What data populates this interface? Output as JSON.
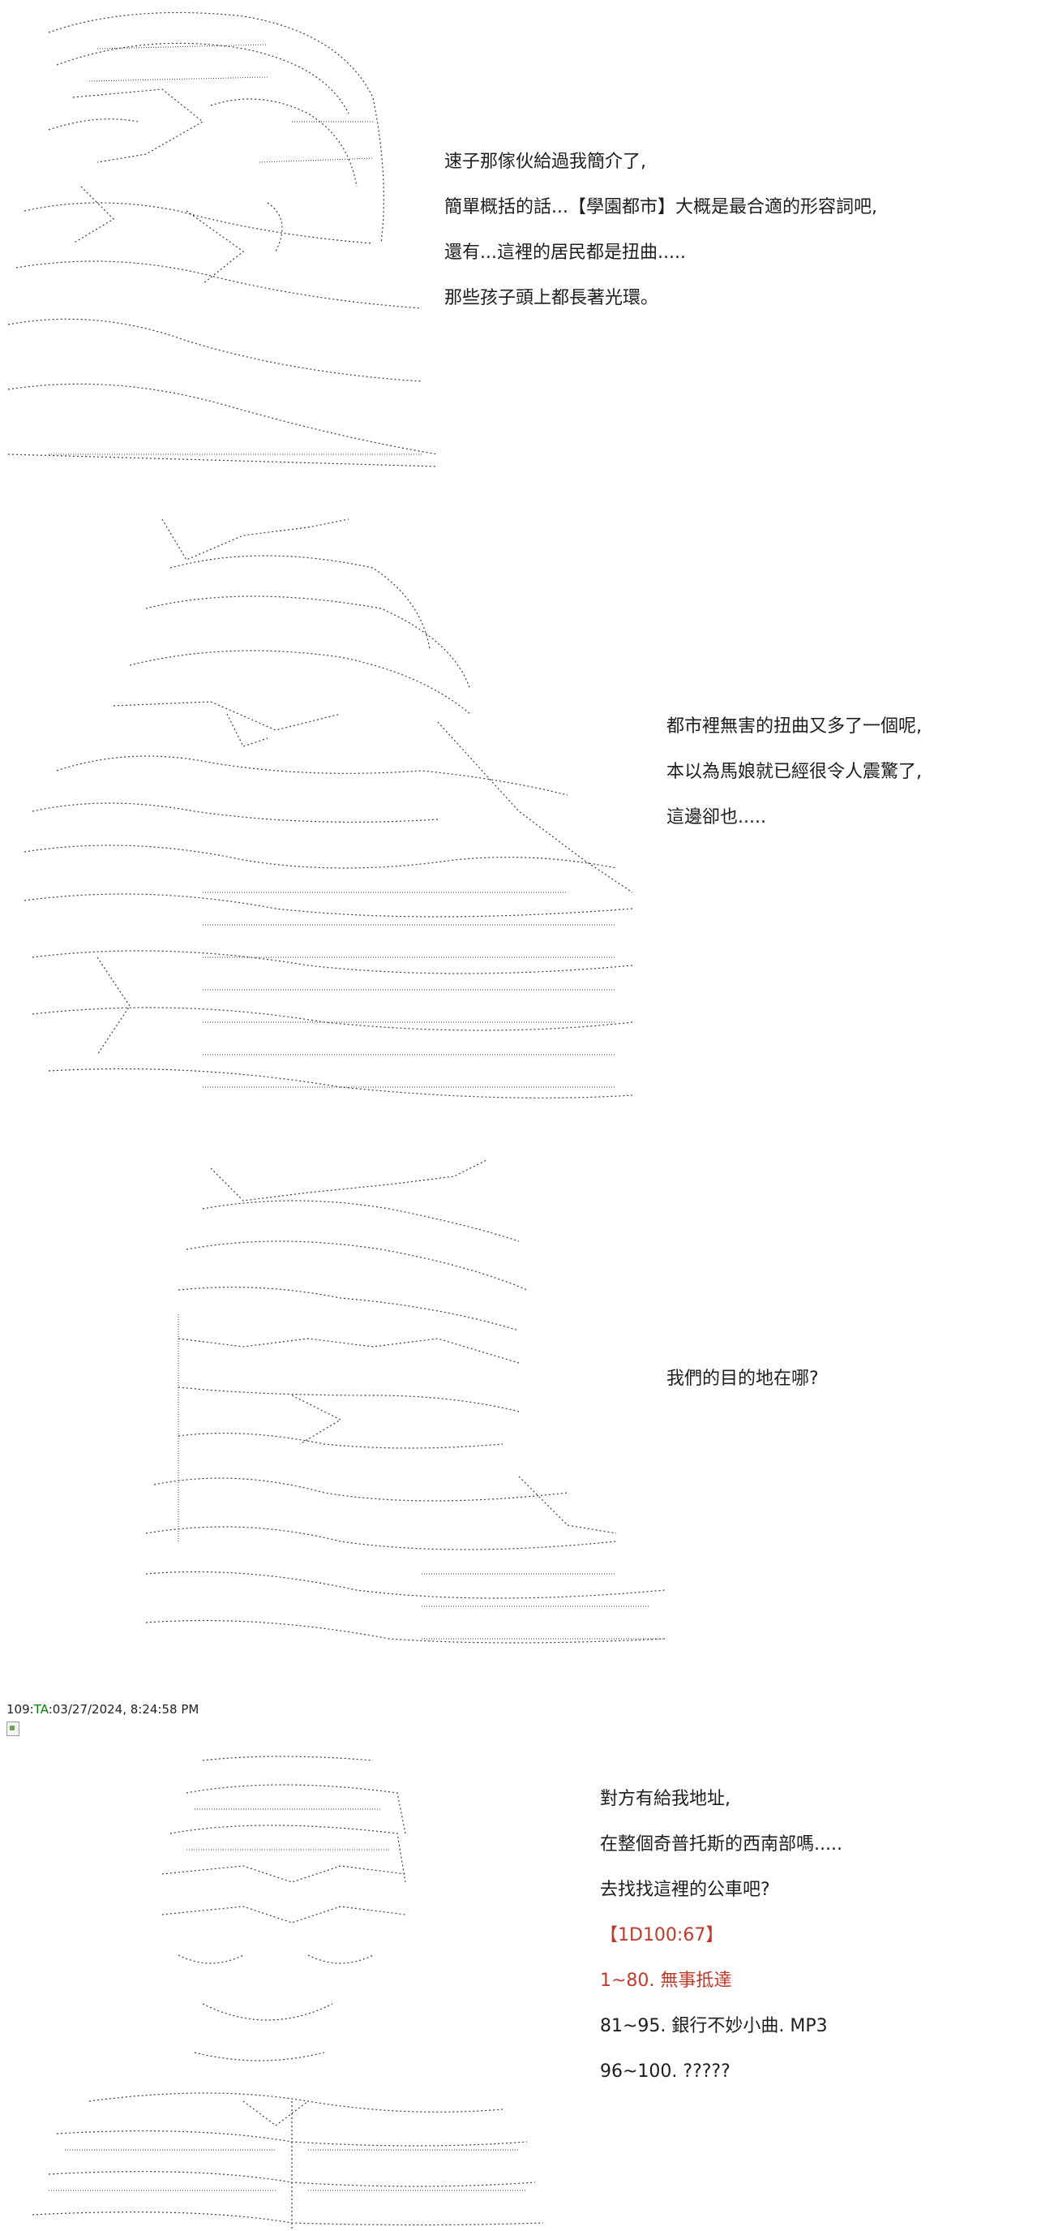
{
  "panels": [
    {
      "id": "panel-1",
      "lines": [
        "速子那傢伙給過我簡介了,",
        "簡單概括的話...【學園都市】大概是最合適的形容詞吧,",
        "還有...這裡的居民都是扭曲.....",
        "那些孩子頭上都長著光環。"
      ]
    },
    {
      "id": "panel-2",
      "lines": [
        "都市裡無害的扭曲又多了一個呢,",
        "本以為馬娘就已經很令人震驚了,",
        "這邊卻也....."
      ]
    },
    {
      "id": "panel-3",
      "lines": [
        "我們的目的地在哪?"
      ]
    },
    {
      "id": "panel-4",
      "lines": [
        "對方有給我地址,",
        "在整個奇普托斯的西南部嗎.....",
        "去找找這裡的公車吧?"
      ],
      "roll": {
        "prefix": "【1D100:",
        "value": "67",
        "suffix": "】"
      },
      "outcomes": [
        "1~80. 無事抵達",
        "81~95. 銀行不妙小曲. MP3",
        "96~100. ?????"
      ]
    }
  ],
  "post_meta": {
    "number": "109",
    "separator": ":",
    "author": "TA",
    "datetime": ":03/27/2024, 8:24:58 PM"
  },
  "colors": {
    "text": "#1e1e1e",
    "highlight": "#c0392b",
    "author": "#008000",
    "art_stroke": "#3a3a3a"
  }
}
